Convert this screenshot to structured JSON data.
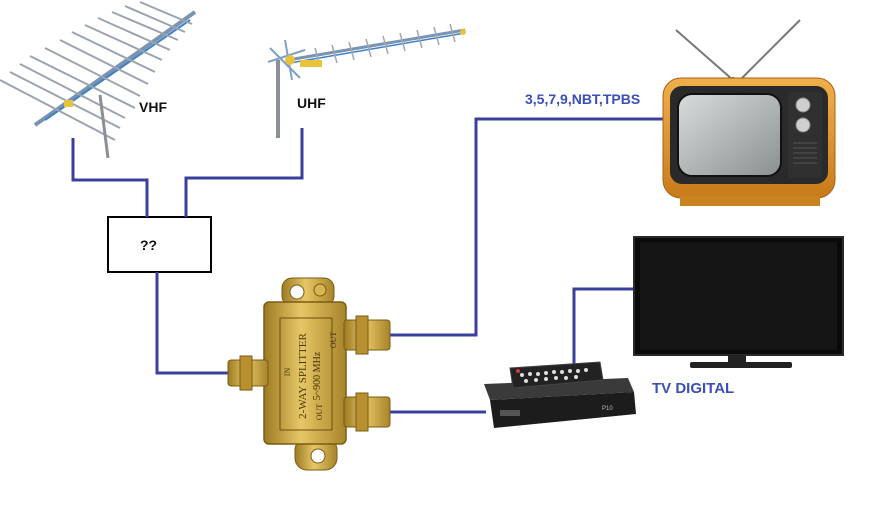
{
  "labels": {
    "vhf": "VHF",
    "uhf": "UHF",
    "unknown_box": "??",
    "channels": "3,5,7,9,NBT,TPBS",
    "tv_digital": "TV DIGITAL"
  },
  "splitter_text": {
    "line1": "2-WAY SPLITTER",
    "line2": "5~900 MHz",
    "in": "IN",
    "out1": "OUT",
    "out2": "OUT"
  },
  "colors": {
    "wire": "#3b3f9c",
    "label_blue": "#3b4fb8",
    "brass": "#c9a43a",
    "tv_orange": "#e0962a"
  }
}
